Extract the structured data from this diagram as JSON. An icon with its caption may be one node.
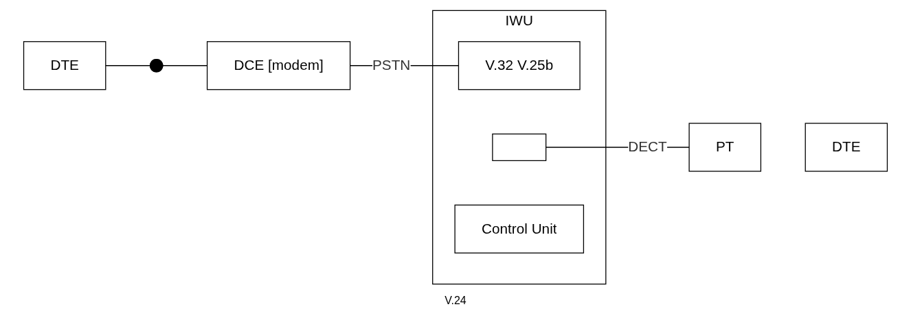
{
  "diagram": {
    "nodes": [
      {
        "text": [
          "DTE"
        ]
      },
      {
        "text": [],
        "shape": "circle"
      },
      {
        "text": [
          "DCE [modem]"
        ]
      },
      {
        "text": [
          "IWU"
        ]
      },
      {
        "text": [
          "V.32 V.25b"
        ],
        "in": 3
      },
      {
        "text": [],
        "shape": "box",
        "in": 3
      },
      {
        "text": [
          "Control Unit"
        ],
        "in": 3
      },
      {
        "text": [
          "PT"
        ]
      },
      {
        "text": [
          "DTE"
        ]
      }
    ],
    "edges": [
      {
        "from": 0,
        "to": 1,
        "arrow": "none"
      },
      {
        "from": 1,
        "to": 2,
        "arrow": "none"
      },
      {
        "from": 2,
        "to": 4,
        "label": "PSTN",
        "arrow": "none"
      },
      {
        "from": 5,
        "to": 7,
        "label": "DECT",
        "arrow": "none"
      }
    ],
    "labels": [
      "V.24"
    ]
  }
}
